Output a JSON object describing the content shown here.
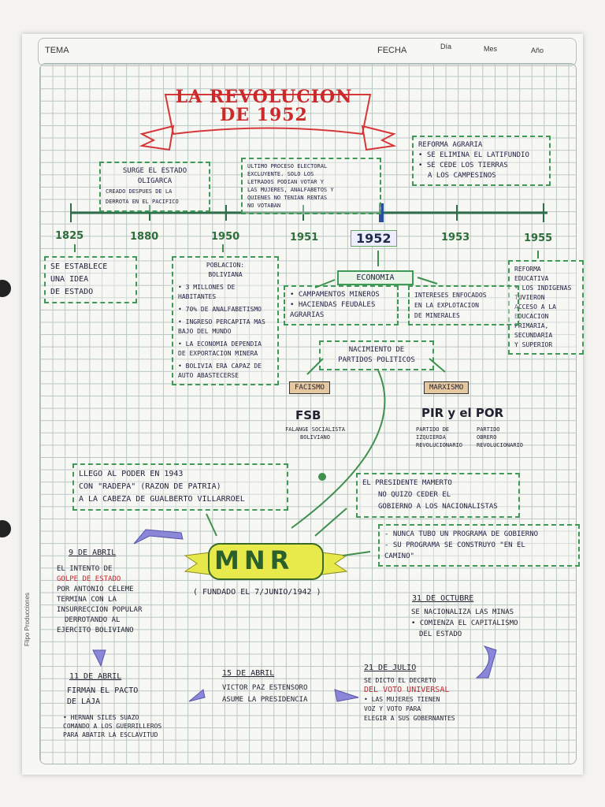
{
  "header": {
    "tema": "TEMA",
    "fecha": "FECHA",
    "dia": "Día",
    "mes": "Mes",
    "anio": "Año"
  },
  "title": {
    "line1": "LA REVOLUCION",
    "line2": "DE 1952"
  },
  "timeline": {
    "years": [
      "1825",
      "1880",
      "1950",
      "1951",
      "1952",
      "1953",
      "1955"
    ],
    "above": {
      "1880": [
        "SURGE EL ESTADO",
        "OLIGARCA",
        "CREADO DESPUES DE LA",
        "DERROTA EN EL PACIFICO"
      ],
      "1951": [
        "ULTIMO PROCESO ELECTORAL",
        "EXCLUYENTE. SOLO LOS",
        "LETRADOS PODIAN VOTAR Y",
        "LAS MUJERES, ANALFABETOS Y",
        "QUIENES NO TENIAN RENTAS",
        "NO VOTABAN"
      ],
      "1953": [
        "REFORMA AGRARIA",
        "SE ELIMINA EL LATIFUNDIO",
        "SE CEDE LOS TIERRAS",
        "A LOS CAMPESINOS"
      ]
    },
    "below": {
      "1825": [
        "SE ESTABLECE",
        "UNA IDEA",
        "DE ESTADO"
      ],
      "1950": [
        "POBLACION:",
        "BOLIVIANA",
        "3 MILLONES DE HABITANTES",
        "70% DE ANALFABETISMO",
        "INGRESO PERCAPITA MAS BAJO DEL MUNDO",
        "LA ECONOMIA DEPENDIA DE EXPORTACION MINERA",
        "BOLIVIA ERA CAPAZ DE AUTO ABASTECERSE"
      ],
      "1955": [
        "REFORMA",
        "EDUCATIVA",
        "LOS INDIGENAS",
        "TUVIERON",
        "ACCESO A LA",
        "EDUCACION",
        "PRIMARIA,",
        "SECUNDARIA",
        "Y SUPERIOR"
      ]
    }
  },
  "economia": {
    "label": "ECONOMIA",
    "left": [
      "CAMPAMENTOS MINEROS",
      "HACIENDAS FEUDALES AGRARIAS"
    ],
    "right": [
      "INTERESES ENFOCADOS",
      "EN LA EXPLOTACION",
      "DE MINERALES"
    ]
  },
  "partidos": {
    "label": [
      "NACIMIENTO DE",
      "PARTIDOS POLITICOS"
    ],
    "left_tag": "FACISMO",
    "right_tag": "MARXISMO",
    "fsb": "FSB",
    "fsb_desc": [
      "FALANGE SOCIALISTA",
      "BOLIVIANO"
    ],
    "pir_por": "PIR y el POR",
    "pir_desc": [
      "PARTIDO DE",
      "IZQUIERDA",
      "REVOLUCIONARIO"
    ],
    "por_desc": [
      "PARTIDO",
      "OBRERO",
      "REVOLUCIONARIO"
    ]
  },
  "radepa": [
    "LLEGO AL PODER EN 1943",
    "CON \"RADEPA\" (RAZON DE PATRIA)",
    "A LA CABEZA DE GUALBERTO VILLARROEL"
  ],
  "mamerto": [
    "EL PRESIDENTE MAMERTO",
    "NO QUIZO CEDER EL",
    "GOBIERNO A LOS NACIONALISTAS"
  ],
  "programa": [
    "- NUNCA TUBO UN PROGRAMA DE GOBIERNO",
    "- SU PROGRAMA SE CONSTRUYO \"EN EL",
    "CAMINO\""
  ],
  "mnr": {
    "label": "MNR",
    "founded": "( FUNDADO EL 7/JUNIO/1942 )"
  },
  "events": {
    "e1": {
      "date": "9 DE ABRIL",
      "lines": [
        "EL INTENTO DE",
        "GOLPE DE ESTADO",
        "POR ANTONIO CELEME",
        "TERMINA CON LA",
        "INSURRECCION POPULAR",
        "DERROTANDO AL",
        "EJERCITO BOLIVIANO"
      ]
    },
    "e2": {
      "date": "11 DE ABRIL",
      "lines": [
        "FIRMAN EL PACTO",
        "DE LAJA",
        "HERNAN SILES SUAZO",
        "COMANDO A LOS GUERRILLEROS",
        "PARA ABATIR LA ESCLAVITUD"
      ]
    },
    "e3": {
      "date": "15 DE ABRIL",
      "lines": [
        "VICTOR PAZ ESTENSORO",
        "ASUME LA PRESIDENCIA"
      ]
    },
    "e4": {
      "date": "21 DE JULIO",
      "lines": [
        "SE DICTO EL DECRETO",
        "DEL VOTO UNIVERSAL",
        "LAS MUJERES TIENEN",
        "VOZ Y VOTO PARA",
        "ELEGIR A SUS GOBERNANTES"
      ]
    },
    "e5": {
      "date": "31 DE OCTUBRE",
      "lines": [
        "SE NACIONALIZA LAS MINAS",
        "COMIENZA EL CAPITALISMO",
        "DEL ESTADO"
      ]
    }
  },
  "footer": "Flipo Producciones"
}
